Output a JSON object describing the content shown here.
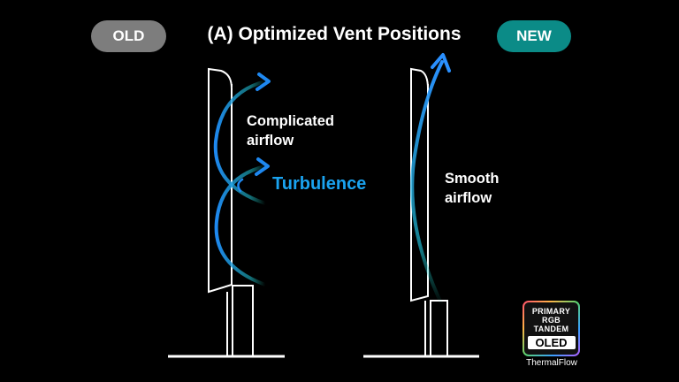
{
  "header": {
    "old_label": "OLD",
    "new_label": "NEW",
    "title": "(A) Optimized Vent Positions"
  },
  "annotations": {
    "complicated_line1": "Complicated",
    "complicated_line2": "airflow",
    "turbulence": "Turbulence",
    "smooth_line1": "Smooth",
    "smooth_line2": "airflow"
  },
  "badge": {
    "line1": "PRIMARY",
    "line2": "RGB",
    "line3": "TANDEM",
    "line4": "OLED",
    "caption": "ThermalFlow"
  },
  "colors": {
    "old_pill": "#7d7d7d",
    "new_pill": "#0b8b87",
    "arrow_blue": "#1e88f0",
    "turbulence_text": "#1aa3f0"
  }
}
